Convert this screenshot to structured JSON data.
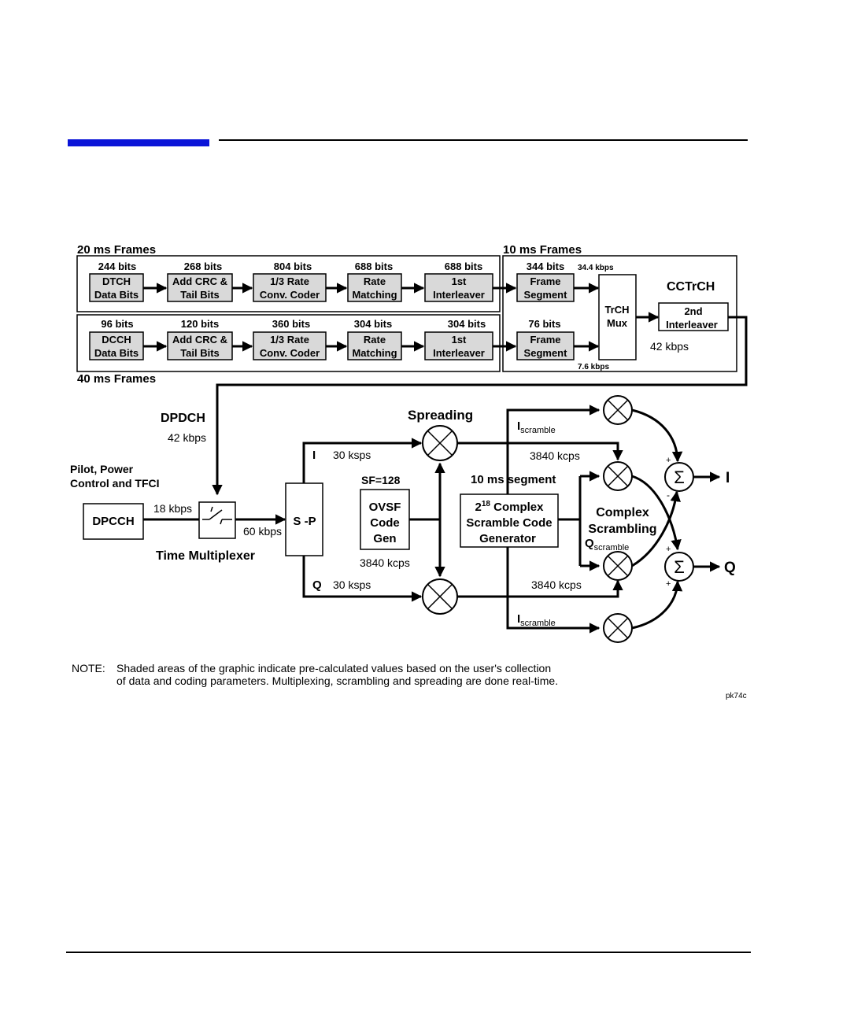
{
  "page": {
    "figure_code": "pk74c"
  },
  "frames": {
    "frames_20ms": "20 ms Frames",
    "frames_40ms": "40 ms Frames",
    "frames_10ms": "10 ms Frames"
  },
  "dtch_chain": {
    "bits": [
      "244 bits",
      "268 bits",
      "804 bits",
      "688 bits",
      "688 bits",
      "344 bits"
    ],
    "blocks": [
      [
        "DTCH",
        "Data Bits"
      ],
      [
        "Add CRC &",
        "Tail Bits"
      ],
      [
        "1/3 Rate",
        "Conv. Coder"
      ],
      [
        "Rate",
        "Matching"
      ],
      [
        "1st",
        "Interleaver"
      ],
      [
        "Frame",
        "Segment"
      ]
    ],
    "rate": "34.4 kbps"
  },
  "dcch_chain": {
    "bits": [
      "96 bits",
      "120 bits",
      "360 bits",
      "304 bits",
      "304 bits",
      "76 bits"
    ],
    "blocks": [
      [
        "DCCH",
        "Data Bits"
      ],
      [
        "Add CRC &",
        "Tail Bits"
      ],
      [
        "1/3 Rate",
        "Conv. Coder"
      ],
      [
        "Rate",
        "Matching"
      ],
      [
        "1st",
        "Interleaver"
      ],
      [
        "Frame",
        "Segment"
      ]
    ],
    "rate": "7.6 kbps"
  },
  "trch_mux": [
    "TrCH",
    "Mux"
  ],
  "cctrch": {
    "label": "CCTrCH",
    "interleaver": [
      "2nd",
      "Interleaver"
    ],
    "rate": "42 kbps"
  },
  "dpdch": {
    "label": "DPDCH",
    "rate": "42 kbps"
  },
  "pilot": {
    "line1": "Pilot, Power",
    "line2": "Control and TFCI"
  },
  "dpcch": {
    "label": "DPCCH",
    "rate": "18 kbps"
  },
  "time_mux": {
    "label": "Time Multiplexer",
    "rate": "60 kbps"
  },
  "sp": {
    "label": "S -P"
  },
  "i_branch": {
    "label": "I",
    "rate": "30 ksps",
    "chip_rate": "3840 kcps"
  },
  "q_branch": {
    "label": "Q",
    "rate": "30 ksps",
    "chip_rate": "3840 kcps"
  },
  "spreading": {
    "label": "Spreading"
  },
  "ovsf": {
    "sf": "SF=128",
    "lines": [
      "OVSF",
      "Code",
      "Gen"
    ],
    "rate": "3840 kcps"
  },
  "segment": {
    "label": "10 ms segment"
  },
  "scramble_gen": {
    "base": "2",
    "exp": "18",
    "line1_rest": " Complex",
    "line2": "Scramble Code",
    "line3": "Generator"
  },
  "complex_scrambling": [
    "Complex",
    "Scrambling"
  ],
  "scramble_labels": {
    "i_main": "I",
    "i_sub": "scramble",
    "q_main": "Q",
    "q_sub": "scramble"
  },
  "outputs": {
    "i": "I",
    "q": "Q",
    "plus": "+",
    "minus": "-"
  },
  "note": {
    "prefix": "NOTE:",
    "line1": "Shaded areas of the graphic indicate pre-calculated values based on the user's collection",
    "line2": "of data and coding parameters. Multiplexing, scrambling and spreading are done real-time."
  }
}
